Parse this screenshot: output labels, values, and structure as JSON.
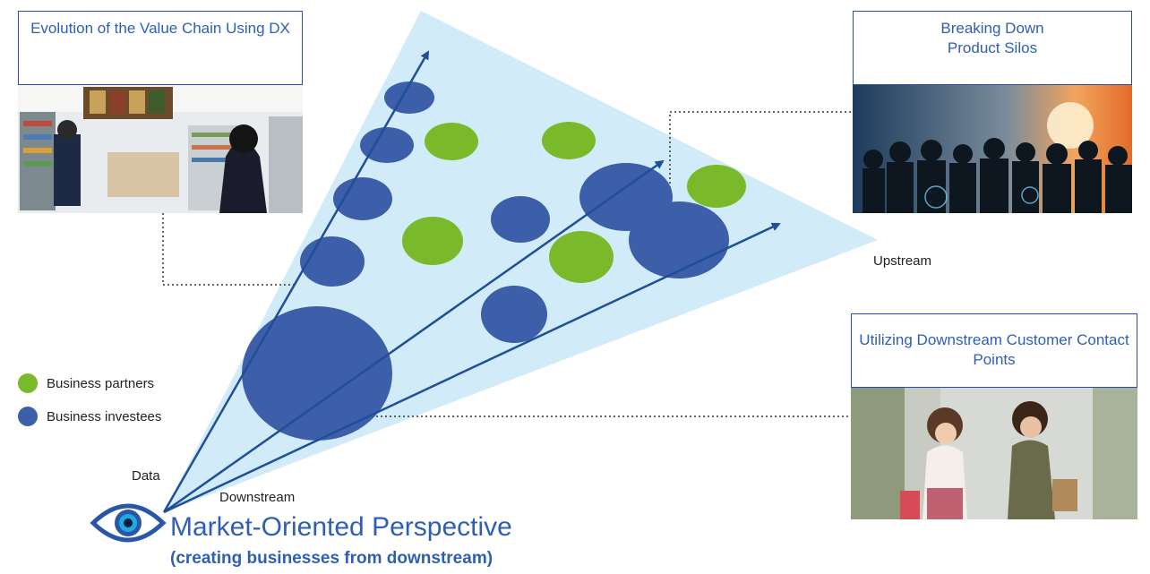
{
  "callouts": {
    "value_chain": "Evolution of the Value Chain Using DX",
    "silos": "Breaking Down Product Silos",
    "downstream": "Utilizing Downstream Customer Contact Points"
  },
  "legend": {
    "partners": "Business partners",
    "investees": "Business investees"
  },
  "labels": {
    "data": "Data",
    "downstream": "Downstream",
    "upstream": "Upstream"
  },
  "title": "Market-Oriented Perspective",
  "subtitle": "(creating businesses from downstream)",
  "colors": {
    "partner_green": "#7ab929",
    "investee_blue": "#3d5ea8",
    "cone_fill": "#d2ebf8",
    "arrow_blue": "#1f4f98",
    "title_blue": "#2f5fb3"
  },
  "icons": {
    "eye": "eye-icon"
  }
}
